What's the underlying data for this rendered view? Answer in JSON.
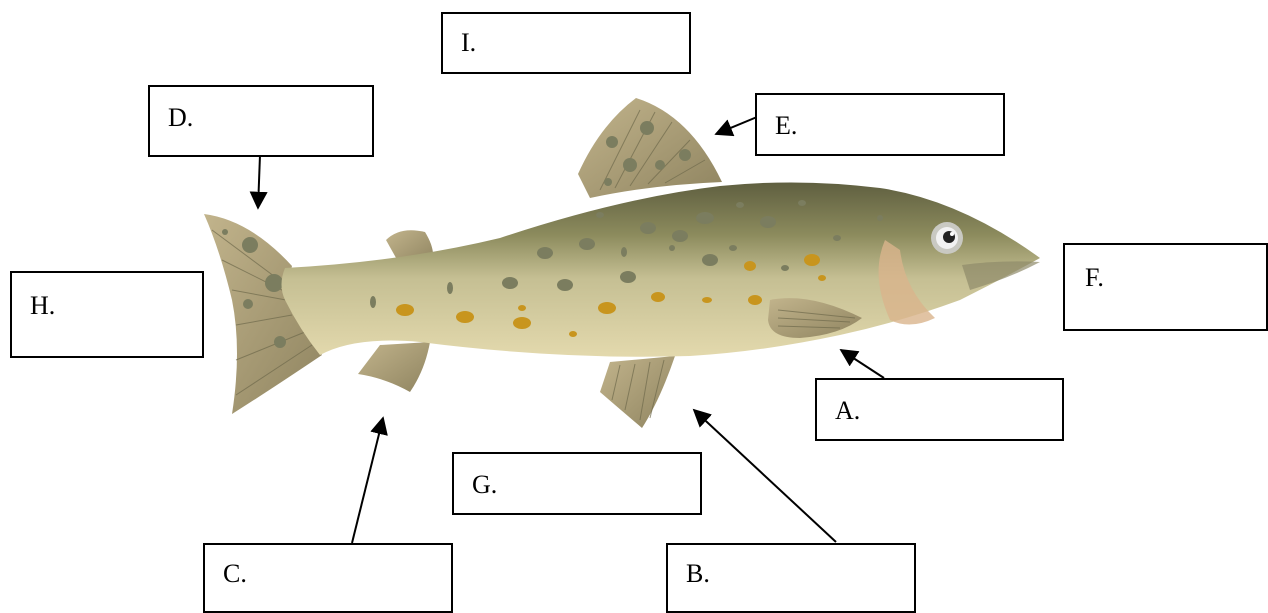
{
  "labels": {
    "I": "I.",
    "D": "D.",
    "E": "E.",
    "H": "H.",
    "F": "F.",
    "A": "A.",
    "G": "G.",
    "C": "C.",
    "B": "B."
  },
  "colors": {
    "fin": "#b1a17a",
    "fin_dark": "#8f8460",
    "back": "#6e6e4c",
    "back_mid": "#9a9766",
    "belly": "#ddd3a6",
    "spot_dark": "#7b7d5f",
    "spot_orange": "#c8951e",
    "gill": "#d9b48c"
  }
}
